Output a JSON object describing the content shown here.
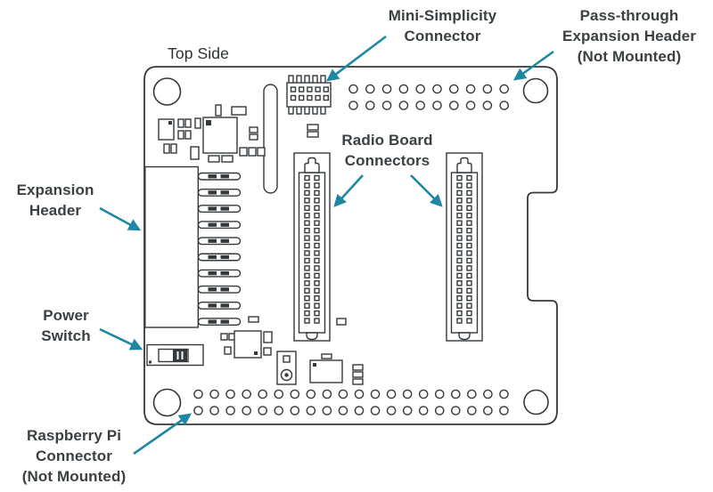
{
  "palette": {
    "line_color": "#34393c",
    "arrow_color": "#1e87a3",
    "text_color": "#3b4043",
    "background": "#ffffff"
  },
  "labels": {
    "top_side": "Top Side",
    "mini_simplicity": {
      "line1": "Mini-Simplicity",
      "line2": "Connector"
    },
    "pass_through": {
      "line1": "Pass-through",
      "line2": "Expansion Header",
      "line3": "(Not Mounted)"
    },
    "expansion_header": {
      "line1": "Expansion",
      "line2": "Header"
    },
    "power_switch": {
      "line1": "Power",
      "line2": "Switch"
    },
    "radio_board": {
      "line1": "Radio Board",
      "line2": "Connectors"
    },
    "raspberry_pi": {
      "line1": "Raspberry Pi",
      "line2": "Connector",
      "line3": "(Not Mounted)"
    }
  }
}
